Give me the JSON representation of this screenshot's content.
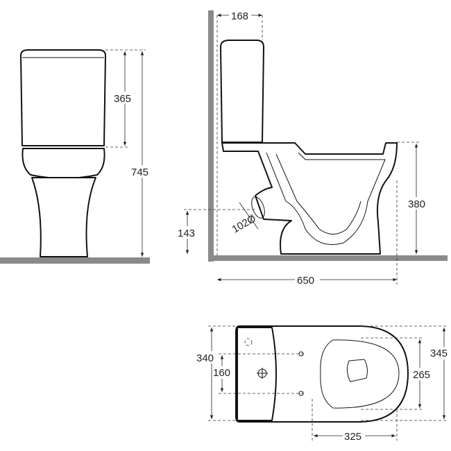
{
  "drawing": {
    "views": [
      "front-view",
      "side-view",
      "top-view"
    ],
    "front_view": {
      "tank_height": "365",
      "total_height": "745"
    },
    "side_view": {
      "tank_depth": "168",
      "bowl_height": "380",
      "outlet_height": "143",
      "outlet_diameter": "102Ø",
      "total_length": "650"
    },
    "top_view": {
      "tank_width": "340",
      "hole_spacing": "160",
      "bowl_inner_width": "265",
      "bowl_width": "345",
      "bowl_length": "325"
    },
    "colors": {
      "line": "#111111",
      "ground": "#8a8a8a"
    }
  }
}
